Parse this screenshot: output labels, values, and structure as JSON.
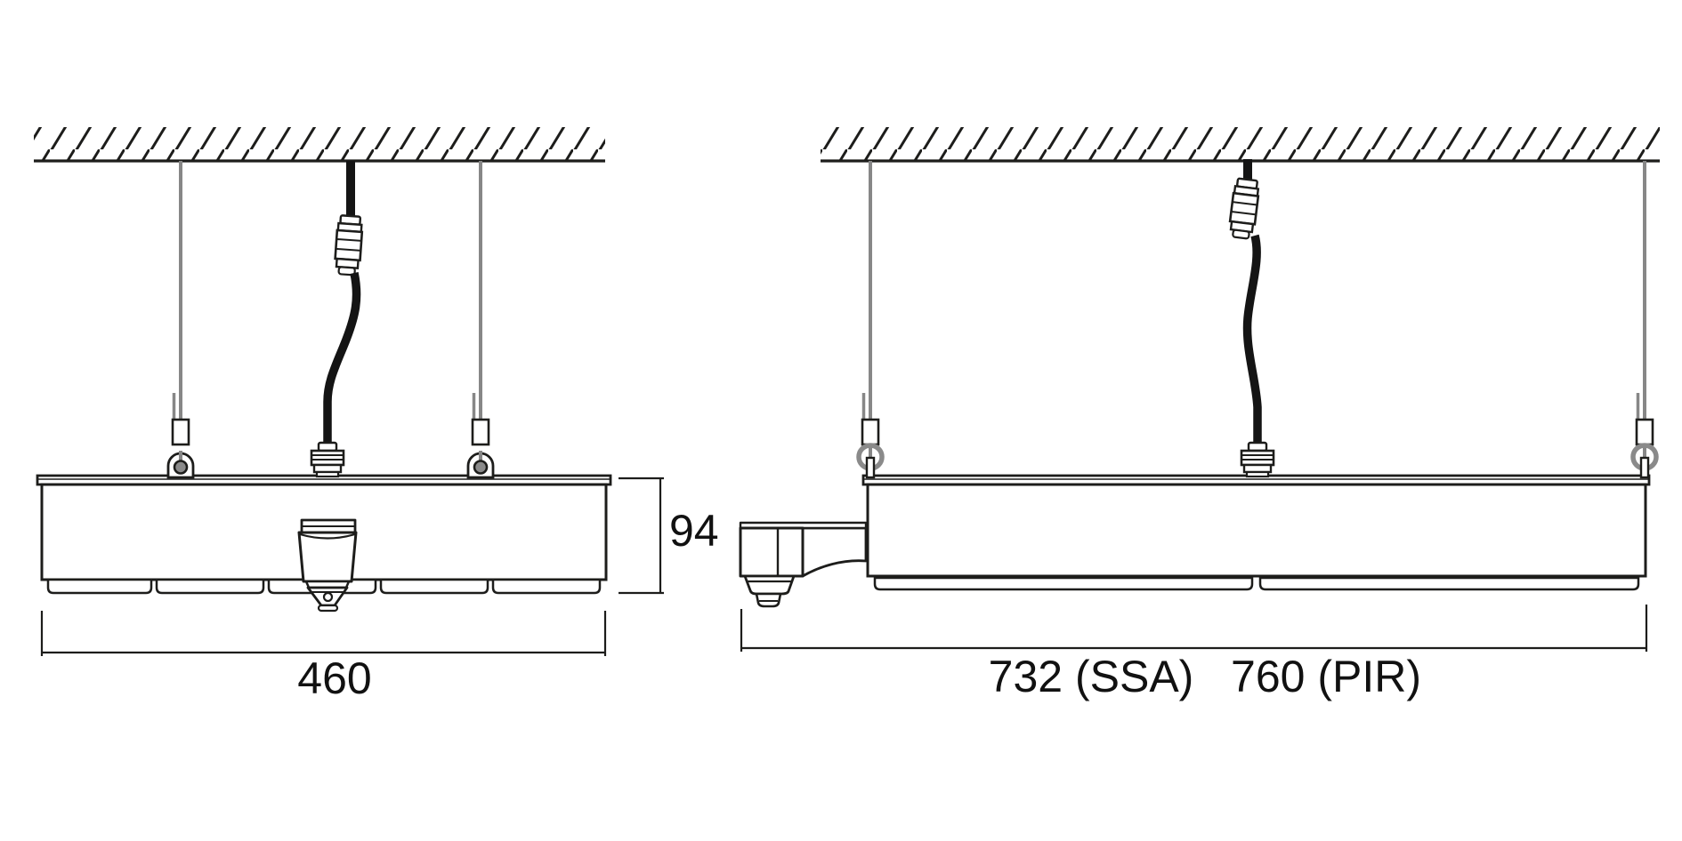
{
  "drawing": {
    "title": "suspended-luminaire-dimension-drawing",
    "colors": {
      "background": "#ffffff",
      "line": "#1d1d1b",
      "wire_gray": "#878787",
      "cable_black": "#141414",
      "text": "#111111"
    },
    "labels": {
      "left_width": "460",
      "left_height": "94",
      "right_length_ssa": "732 (SSA)",
      "right_length_pir": "760 (PIR)"
    }
  }
}
